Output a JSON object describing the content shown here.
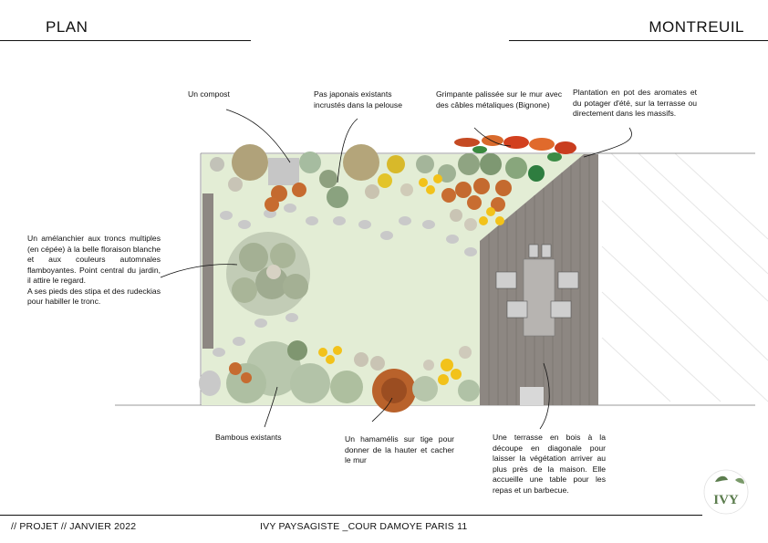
{
  "header": {
    "left_title": "PLAN",
    "right_title": "MONTREUIL"
  },
  "notes": {
    "compost": "Un compost",
    "pas_japonais": "Pas japonais existants incrustés dans la pelouse",
    "grimpante": "Grimpante palissée sur le mur avec des câbles métaliques (Bignone)",
    "plantation": "Plantation en pot des aromates et du potager d'été, sur la terrasse ou directement dans les massifs.",
    "amelanchier": "Un amélanchier aux troncs multiples (en cépée) à la belle floraison blanche et aux couleurs automnales flamboyantes. Point central du jardin, il attire le regard.",
    "amelanchier_2": "A ses pieds des stipa et des rudeckias pour habiller le tronc.",
    "bambous": "Bambous existants",
    "hamamelis": "Un hamamélis sur tige pour donner de la hauter et cacher le mur",
    "terrasse": "Une terrasse en bois à la découpe en diagonale pour laisser la végétation arriver au plus près de la maison. Elle accueille une table pour les repas et un barbecue."
  },
  "footer": {
    "left": "// PROJET // JANVIER 2022",
    "center": "IVY PAYSAGISTE _COUR DAMOYE PARIS 11"
  },
  "logo": {
    "text": "IVY"
  },
  "colors": {
    "lawn": "#e3edd5",
    "deck": "#8d8782",
    "deck_line": "#6f6a66",
    "stone": "#c9c9c9",
    "foliage": "#a9b99a",
    "yellow_flower": "#f2c21a",
    "orange_flower": "#c9632b",
    "red_pot": "#d2401f",
    "logo_green": "#5c7d4e"
  }
}
